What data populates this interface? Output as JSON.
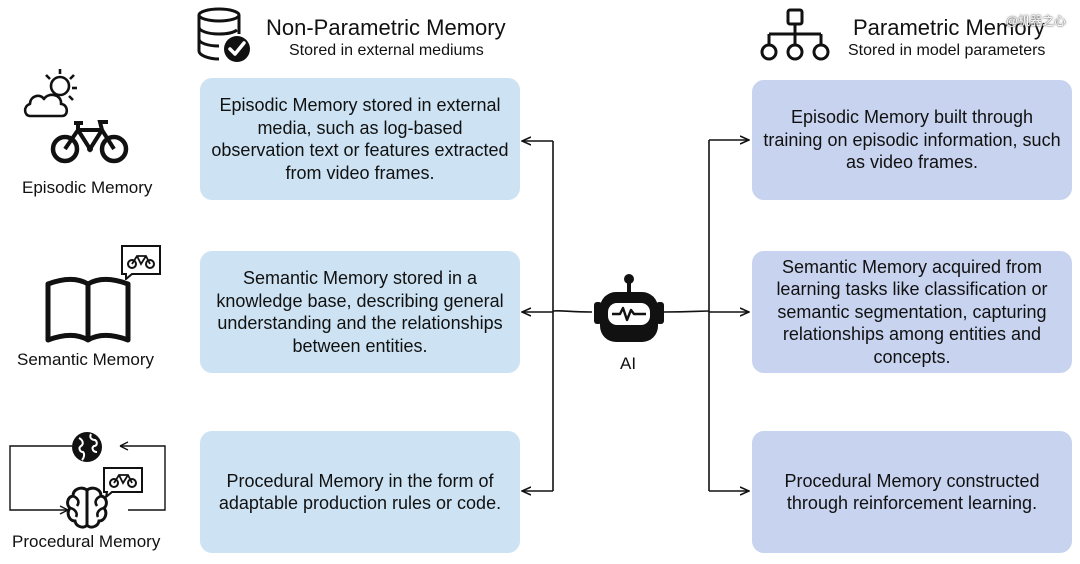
{
  "non_parametric": {
    "title": "Non-Parametric Memory",
    "subtitle": "Stored in external mediums",
    "episodic": "Episodic Memory stored in external media, such as log-based observation text or features extracted from video frames.",
    "semantic": "Semantic Memory stored in a knowledge base, describing general understanding and the relationships between entities.",
    "procedural": "Procedural Memory in the form of adaptable production rules or code."
  },
  "parametric": {
    "title": "Parametric Memory",
    "subtitle": "Stored in model parameters",
    "episodic": "Episodic Memory built through training on episodic information, such as video frames.",
    "semantic": "Semantic Memory acquired from learning tasks like classification or semantic segmentation, capturing relationships among entities and concepts.",
    "procedural": "Procedural Memory constructed through reinforcement learning."
  },
  "left_labels": {
    "episodic": "Episodic Memory",
    "semantic": "Semantic Memory",
    "procedural": "Procedural Memory"
  },
  "center": {
    "label": "AI"
  },
  "watermark": "@机器之心",
  "colors": {
    "non_parametric_box": "#cde3f3",
    "parametric_box": "#c7d3ef",
    "line": "#111111"
  },
  "icons": [
    "database-check-icon",
    "hierarchy-icon",
    "weather-icon",
    "bicycle-icon",
    "book-icon",
    "speech-bubble-icon",
    "globe-icon",
    "brain-icon",
    "robot-icon"
  ]
}
